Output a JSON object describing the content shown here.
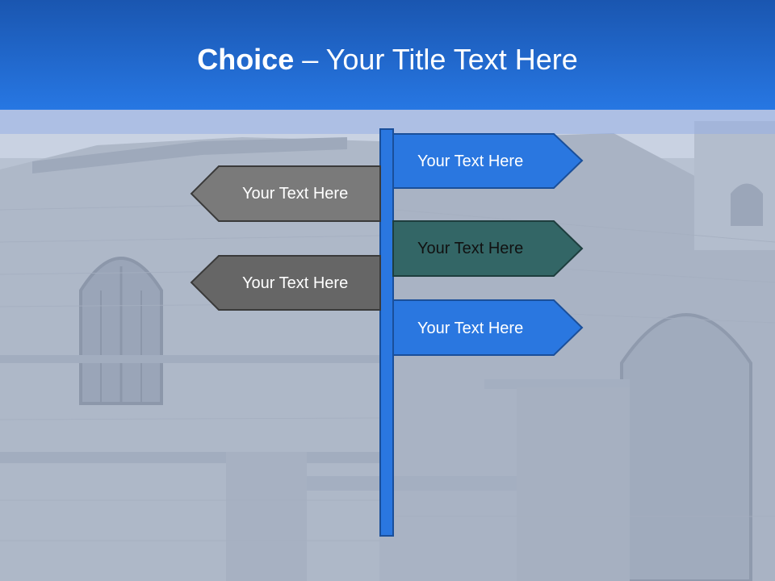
{
  "title": {
    "bold": "Choice",
    "rest": " – Your Title Text Here"
  },
  "signs": [
    {
      "label": "Your Text Here",
      "direction": "right",
      "color": "#2a77e0",
      "text_color": "#ffffff"
    },
    {
      "label": "Your Text Here",
      "direction": "left",
      "color": "#7a7a7a",
      "text_color": "#ffffff"
    },
    {
      "label": "Your Text Here",
      "direction": "right",
      "color": "#336666",
      "text_color": "#111111"
    },
    {
      "label": "Your Text Here",
      "direction": "left",
      "color": "#666666",
      "text_color": "#ffffff"
    },
    {
      "label": "Your Text Here",
      "direction": "right",
      "color": "#2a77e0",
      "text_color": "#ffffff"
    }
  ],
  "colors": {
    "title_bar_top": "#1a56b0",
    "title_bar_bottom": "#2777e3",
    "post": "#2a77e0",
    "background": "#b9c3d3"
  }
}
